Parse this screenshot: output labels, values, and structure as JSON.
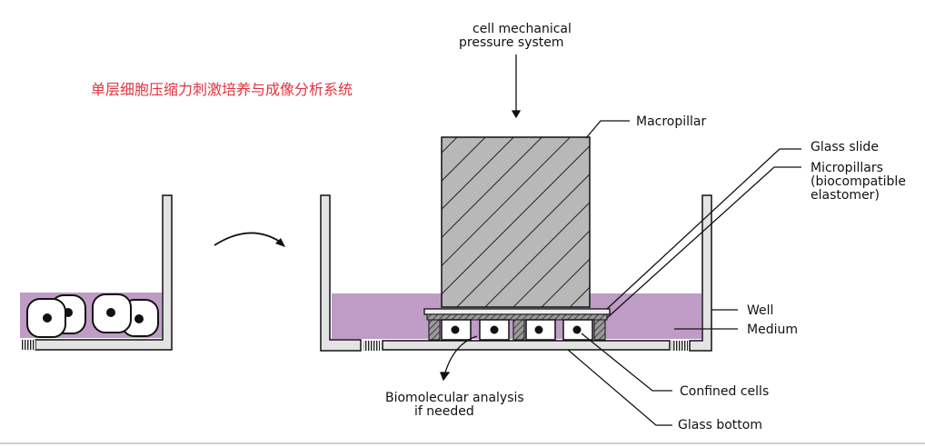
{
  "title_cn": "单层细胞压缩力刺激培养与成像分析系统",
  "labels": {
    "pressure_system_line1": "cell mechanical",
    "pressure_system_line2": "pressure system",
    "macropillar": "Macropillar",
    "glass_slide": "Glass slide",
    "micropillars_line1": "Micropillars",
    "micropillars_line2": "(biocompatible",
    "micropillars_line3": "elastomer)",
    "well": "Well",
    "medium": "Medium",
    "confined_cells": "Confined cells",
    "glass_bottom": "Glass bottom",
    "biomolecular_line1": "Biomolecular analysis",
    "biomolecular_line2": "if needed"
  },
  "colors": {
    "title": "#e0343e",
    "medium": "#bf9cc6",
    "wall": "#e3e3e3",
    "macropillar": "#b8b8b8",
    "outline": "#111111",
    "cell": "#ffffff"
  }
}
